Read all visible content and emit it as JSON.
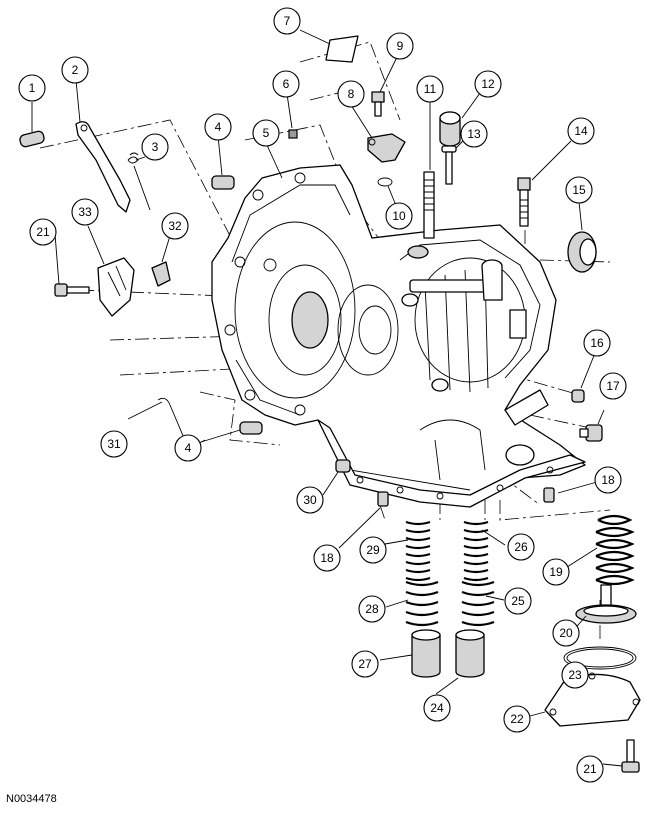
{
  "figure_id": "N0034478",
  "callouts": [
    "1",
    "2",
    "3",
    "4",
    "5",
    "6",
    "7",
    "8",
    "9",
    "10",
    "11",
    "12",
    "13",
    "14",
    "15",
    "16",
    "17",
    "18",
    "19",
    "20",
    "21",
    "22",
    "23",
    "24",
    "25",
    "26",
    "27",
    "28",
    "29",
    "30",
    "31",
    "32",
    "33",
    "4",
    "18",
    "21"
  ]
}
